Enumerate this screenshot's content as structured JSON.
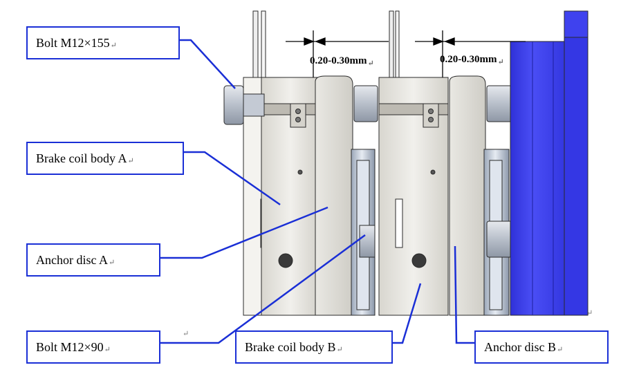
{
  "labels": {
    "bolt_long": "Bolt M12×155",
    "coil_a": "Brake coil body A",
    "anchor_a": "Anchor disc A",
    "bolt_short": "Bolt M12×90",
    "coil_b": "Brake coil body B",
    "anchor_b": "Anchor disc B"
  },
  "dimensions": {
    "gap_1": "0.20-0.30mm",
    "gap_2": "0.20-0.30mm"
  },
  "return_mark": "↵",
  "colors": {
    "callout_blue": "#1a2fd6",
    "motor_blue": "#3a3df0",
    "plate_light": "#ecebe6",
    "plate_shadow": "#c9c7c0",
    "steel_blue": "#c6cfdc",
    "outline": "#2a2a2a"
  }
}
